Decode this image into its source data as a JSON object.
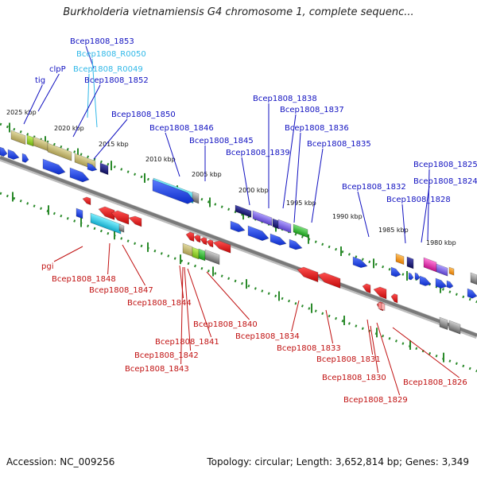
{
  "title": "Burkholderia vietnamiensis G4 chromosome 1, complete sequenc...",
  "footer": {
    "accession": "Accession: NC_009256",
    "info": "Topology: circular; Length: 3,652,814 bp; Genes: 3,349"
  },
  "colors": {
    "forward": "#1a3de0",
    "reverse": "#e01010",
    "tick": "#2a8a2a",
    "blue_label": "#1010c0",
    "red_label": "#c01010",
    "cyan_label": "#30b8e8"
  },
  "kbp_labels": [
    "2025 kbp",
    "2020 kbp",
    "2015 kbp",
    "2010 kbp",
    "2005 kbp",
    "2000 kbp",
    "1995 kbp",
    "1990 kbp",
    "1985 kbp",
    "1980 kbp"
  ],
  "top_labels": [
    "Bcep1808_1853",
    "Bcep1808_R0050",
    "Bcep1808_R0049",
    "clpP",
    "tig",
    "Bcep1808_1852",
    "Bcep1808_1850",
    "Bcep1808_1846",
    "Bcep1808_1845",
    "Bcep1808_1838",
    "Bcep1808_1837",
    "Bcep1808_1836",
    "Bcep1808_1839",
    "Bcep1808_1835",
    "Bcep1808_1832",
    "Bcep1808_1825",
    "Bcep1808_1824",
    "Bcep1808_1828"
  ],
  "bottom_labels": [
    "pgi",
    "Bcep1808_1848",
    "Bcep1808_1847",
    "Bcep1808_1844",
    "Bcep1808_1840",
    "Bcep1808_1834",
    "Bcep1808_1841",
    "Bcep1808_1842",
    "Bcep1808_1843",
    "Bcep1808_1833",
    "Bcep1808_1831",
    "Bcep1808_1830",
    "Bcep1808_1829",
    "Bcep1808_1826"
  ]
}
